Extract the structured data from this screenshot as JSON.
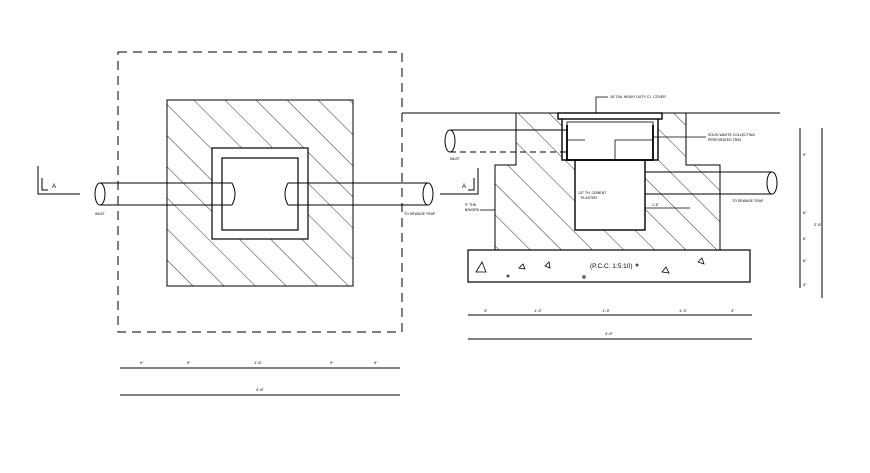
{
  "plan": {
    "section_marker_left": "A",
    "section_marker_right": "A",
    "inlet_label": "INLET",
    "outlet_label": "TO SEWAGE TRAP",
    "dims": [
      "9\"",
      "9\"",
      "1'-6\"",
      "9\"",
      "9\""
    ],
    "overall_dim": "4'-6\""
  },
  "section": {
    "cover_label": "18\" DIA. HEAVY DUTY C.I. COVER",
    "tray_label_line1": "SOLID WASTE COLLECTING",
    "tray_label_line2": "PERFORATED TRAY",
    "inlet_label": "INLET",
    "plaster_line1": "1/2\" TH. CEMENT",
    "plaster_line2": "PLASTER",
    "brickwork_line1": "9\" THK.",
    "brickwork_line2": "B/WORK",
    "inner_dim": "1'-6\"",
    "outlet_label": "TO SEWAGE TRAP",
    "pcc_label": "(P.C.C.    1:5:10)",
    "dims": [
      "3\"",
      "1'-3\"",
      "1'-3\"",
      "1'-3\"",
      "3\""
    ],
    "overall_dim": "4'-6\"",
    "height_dims": [
      "9\"",
      "6\"",
      "6\"",
      "6\"",
      "3\""
    ],
    "overall_height": "2'-6\""
  }
}
